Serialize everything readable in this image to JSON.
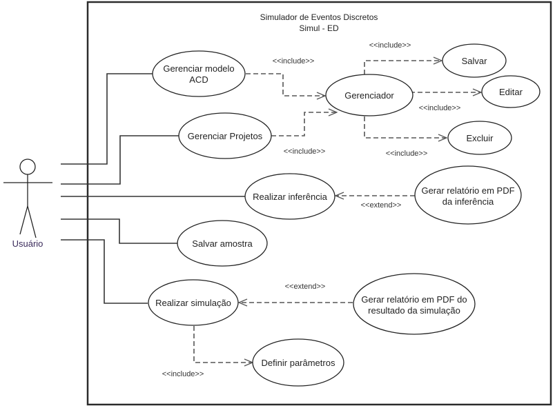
{
  "system": {
    "title_line1": "Simulador de Eventos Discretos",
    "title_line2": "Simul - ED"
  },
  "actor": {
    "name": "Usuário"
  },
  "use_cases": {
    "gerenciar_modelo": {
      "line1": "Gerenciar modelo",
      "line2": "ACD"
    },
    "gerenciar_projetos": {
      "line1": "Gerenciar Projetos"
    },
    "gerenciador": {
      "line1": "Gerenciador"
    },
    "salvar": {
      "line1": "Salvar"
    },
    "editar": {
      "line1": "Editar"
    },
    "excluir": {
      "line1": "Excluir"
    },
    "realizar_inferencia": {
      "line1": "Realizar inferência"
    },
    "gerar_pdf_inferencia": {
      "line1": "Gerar relatório em PDF",
      "line2": "da inferência"
    },
    "salvar_amostra": {
      "line1": "Salvar amostra"
    },
    "realizar_simulacao": {
      "line1": "Realizar simulação"
    },
    "gerar_pdf_simulacao": {
      "line1": "Gerar relatório em PDF do",
      "line2": "resultado da simulação"
    },
    "definir_parametros": {
      "line1": "Definir parâmetros"
    }
  },
  "relations": {
    "modelo_to_gerenciador": "<<include>>",
    "projetos_to_gerenciador": "<<include>>",
    "gerenciador_to_salvar": "<<include>>",
    "gerenciador_to_editar": "<<include>>",
    "gerenciador_to_excluir": "<<include>>",
    "pdf_inferencia_extends": "<<extend>>",
    "pdf_simulacao_extends": "<<extend>>",
    "simulacao_to_parametros": "<<include>>"
  },
  "colors": {
    "line": "#333333",
    "dashed": "#555555",
    "frame": "#2b2b2b"
  }
}
